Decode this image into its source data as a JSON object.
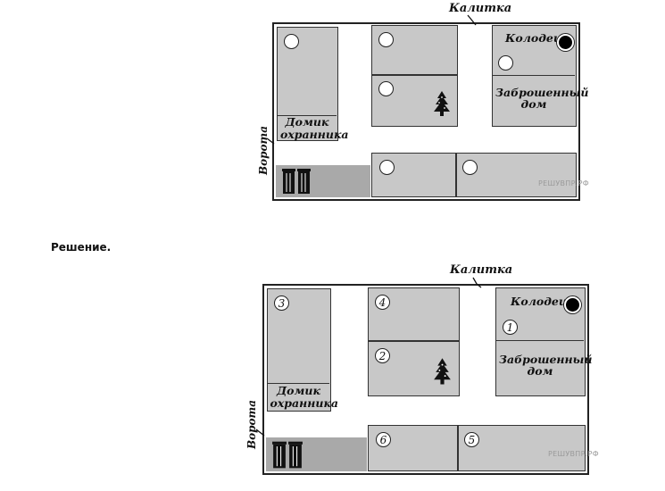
{
  "top_plan": {
    "gate_label": "Калитка",
    "well_label": "Колодец",
    "abandoned_house_label": "Заброшенный дом",
    "guard_house_label": "Домик охранника",
    "gates_label": "Ворота",
    "watermark": "РЕШУВПР.РФ"
  },
  "solution_label": "Решение.",
  "bottom_plan": {
    "gate_label": "Калитка",
    "well_label": "Колодец",
    "abandoned_house_label": "Заброшенный дом",
    "guard_house_label": "Домик охранника",
    "gates_label": "Ворота",
    "watermark": "РЕШУВПР.РФ",
    "numbers": {
      "abandoned_house_plot": "1",
      "tree_plot": "2",
      "guard_plot": "3",
      "upper_middle_plot": "4",
      "lower_right_plot": "5",
      "lower_middle_plot": "6"
    }
  }
}
